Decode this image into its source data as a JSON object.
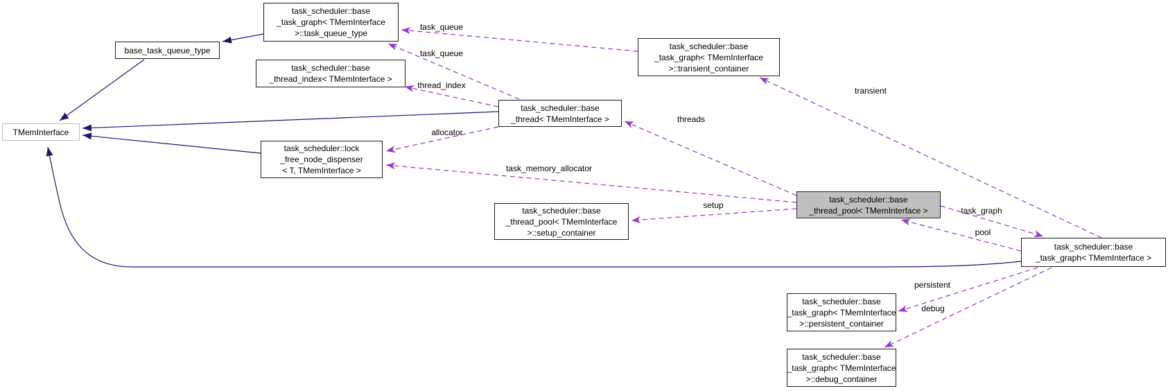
{
  "diagram": {
    "kind": "collaboration-graph",
    "colors": {
      "inheritance_edge": "#191970",
      "usage_edge": "#9a32cd",
      "highlight_fill": "#bfbfbf",
      "node_border": "#1a1a1a",
      "external_node_border": "#bebebe",
      "background": "#ffffff"
    },
    "nodes": [
      {
        "id": "tmem-interface",
        "lines": [
          "TMemInterface"
        ],
        "style": "external",
        "interactable": false
      },
      {
        "id": "base-task-queue-type",
        "lines": [
          "base_task_queue_type"
        ],
        "style": "normal",
        "interactable": true
      },
      {
        "id": "task-queue-type",
        "lines": [
          "task_scheduler::base",
          "_task_graph< TMemInterface",
          ">::task_queue_type"
        ],
        "style": "normal",
        "interactable": true
      },
      {
        "id": "base-thread-index",
        "lines": [
          "task_scheduler::base",
          "_thread_index< TMemInterface >"
        ],
        "style": "normal",
        "interactable": true
      },
      {
        "id": "base-thread",
        "lines": [
          "task_scheduler::base",
          "_thread< TMemInterface >"
        ],
        "style": "normal",
        "interactable": true
      },
      {
        "id": "lock-free-node-dispenser",
        "lines": [
          "task_scheduler::lock",
          "_free_node_dispenser",
          "< T, TMemInterface >"
        ],
        "style": "normal",
        "interactable": true
      },
      {
        "id": "transient-container",
        "lines": [
          "task_scheduler::base",
          "_task_graph< TMemInterface",
          ">::transient_container"
        ],
        "style": "normal",
        "interactable": true
      },
      {
        "id": "setup-container",
        "lines": [
          "task_scheduler::base",
          "_thread_pool< TMemInterface",
          ">::setup_container"
        ],
        "style": "normal",
        "interactable": true
      },
      {
        "id": "base-thread-pool",
        "lines": [
          "task_scheduler::base",
          "_thread_pool< TMemInterface >"
        ],
        "style": "highlight",
        "interactable": false
      },
      {
        "id": "base-task-graph",
        "lines": [
          "task_scheduler::base",
          "_task_graph< TMemInterface >"
        ],
        "style": "normal",
        "interactable": true
      },
      {
        "id": "persistent-container",
        "lines": [
          "task_scheduler::base",
          "_task_graph< TMemInterface",
          ">::persistent_container"
        ],
        "style": "normal",
        "interactable": true
      },
      {
        "id": "debug-container",
        "lines": [
          "task_scheduler::base",
          "_task_graph< TMemInterface",
          ">::debug_container"
        ],
        "style": "normal",
        "interactable": true
      }
    ],
    "edges": [
      {
        "id": "task-queue-1",
        "from": "transient-container",
        "to": "task-queue-type",
        "label": "task_queue",
        "relation": "usage"
      },
      {
        "id": "task-queue-2",
        "from": "base-thread",
        "to": "task-queue-type",
        "label": "task_queue",
        "relation": "usage"
      },
      {
        "id": "thread-index",
        "from": "base-thread",
        "to": "base-thread-index",
        "label": "thread_index",
        "relation": "usage"
      },
      {
        "id": "allocator",
        "from": "base-thread",
        "to": "lock-free-node-dispenser",
        "label": "allocator",
        "relation": "usage"
      },
      {
        "id": "task-memory-allocator",
        "from": "base-thread-pool",
        "to": "lock-free-node-dispenser",
        "label": "task_memory_allocator",
        "relation": "usage"
      },
      {
        "id": "threads",
        "from": "base-thread-pool",
        "to": "base-thread",
        "label": "threads",
        "relation": "usage"
      },
      {
        "id": "setup",
        "from": "base-thread-pool",
        "to": "setup-container",
        "label": "setup",
        "relation": "usage"
      },
      {
        "id": "task-graph",
        "from": "base-thread-pool",
        "to": "base-task-graph",
        "label": "task_graph",
        "relation": "usage"
      },
      {
        "id": "pool",
        "from": "base-task-graph",
        "to": "base-thread-pool",
        "label": "pool",
        "relation": "usage"
      },
      {
        "id": "transient",
        "from": "base-task-graph",
        "to": "transient-container",
        "label": "transient",
        "relation": "usage"
      },
      {
        "id": "persistent",
        "from": "base-task-graph",
        "to": "persistent-container",
        "label": "persistent",
        "relation": "usage"
      },
      {
        "id": "debug",
        "from": "base-task-graph",
        "to": "debug-container",
        "label": "debug",
        "relation": "usage"
      },
      {
        "id": "inherit-queue-type",
        "from": "task-queue-type",
        "to": "base-task-queue-type",
        "label": "",
        "relation": "inheritance"
      },
      {
        "id": "inherit-btqt-tmem",
        "from": "base-task-queue-type",
        "to": "tmem-interface",
        "label": "",
        "relation": "inheritance"
      },
      {
        "id": "inherit-thread-tmem",
        "from": "base-thread",
        "to": "tmem-interface",
        "label": "",
        "relation": "inheritance"
      },
      {
        "id": "inherit-lock-tmem",
        "from": "lock-free-node-dispenser",
        "to": "tmem-interface",
        "label": "",
        "relation": "inheritance"
      },
      {
        "id": "inherit-graph-tmem",
        "from": "base-task-graph",
        "to": "tmem-interface",
        "label": "",
        "relation": "inheritance"
      }
    ]
  }
}
